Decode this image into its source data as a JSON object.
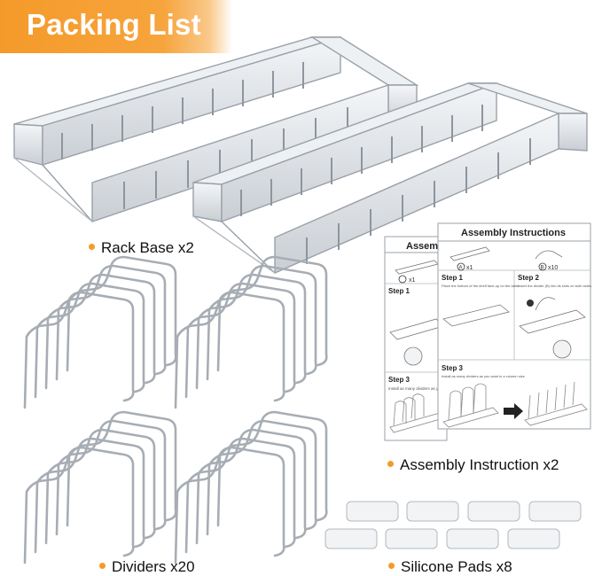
{
  "banner": {
    "title": "Packing List"
  },
  "items": {
    "rack_base": "Rack Base x2",
    "assembly": "Assembly Instruction x2",
    "dividers": "Dividers x20",
    "pads": "Silicone Pads x8"
  },
  "sheet_back": {
    "title": "Assem",
    "step1": "Step 1",
    "step3": "Step 3",
    "count_a": "x1",
    "step3_text": "Install as many dividers as yo"
  },
  "sheet_front": {
    "title": "Assembly Instructions",
    "count_a": "x1",
    "count_b": "x10",
    "step1": "Step 1",
    "step1_text": "Place the bottom of the shelf face-up on the table.",
    "step2": "Step 2",
    "step2_text": "Insert the divider (B) into its slots on both sides.",
    "step3": "Step 3",
    "step3_text": "Install as many dividers as you want in a column size",
    "label_a": "A",
    "label_b": "B"
  },
  "colors": {
    "accent": "#f59a2a",
    "metal": "#b9bfc6",
    "metal_dark": "#8e959d"
  }
}
